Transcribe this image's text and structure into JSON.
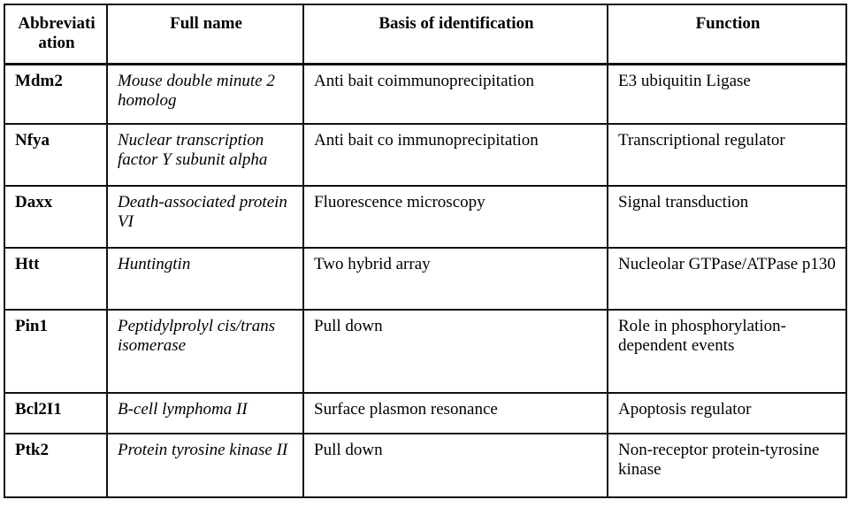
{
  "table": {
    "caption": "",
    "columns": [
      {
        "key": "abbreviation",
        "label": "Abbreviati ation"
      },
      {
        "key": "full_name",
        "label": "Full name"
      },
      {
        "key": "basis",
        "label": "Basis of identification"
      },
      {
        "key": "function",
        "label": "Function"
      }
    ],
    "rows": [
      {
        "abbreviation": "Mdm2",
        "full_name": "Mouse double minute 2 homolog",
        "basis": "Anti bait coimmunoprecipitation",
        "function": "E3 ubiquitin Ligase"
      },
      {
        "abbreviation": "Nfya",
        "full_name": "Nuclear transcription factor Y subunit alpha",
        "basis": "Anti bait co immunoprecipitation",
        "function": "Transcriptional regulator"
      },
      {
        "abbreviation": "Daxx",
        "full_name": "Death-associated protein VI",
        "basis": "Fluorescence microscopy",
        "function": "Signal transduction"
      },
      {
        "abbreviation": "Htt",
        "full_name": "Huntingtin",
        "basis": "Two hybrid array",
        "function": "Nucleolar GTPase/ATPase p130"
      },
      {
        "abbreviation": "Pin1",
        "full_name": "Peptidylprolyl cis/trans isomerase",
        "basis": "Pull down",
        "function": "Role in phosphorylation-dependent events"
      },
      {
        "abbreviation": "Bcl2I1",
        "full_name": "B-cell lymphoma II",
        "basis": "Surface plasmon resonance",
        "function": "Apoptosis regulator"
      },
      {
        "abbreviation": "Ptk2",
        "full_name": "Protein tyrosine kinase II",
        "basis": "Pull down",
        "function": "Non-receptor protein-tyrosine kinase"
      }
    ]
  },
  "style": {
    "border_color": "#111111",
    "text_color": "#000000",
    "background": "#ffffff"
  }
}
